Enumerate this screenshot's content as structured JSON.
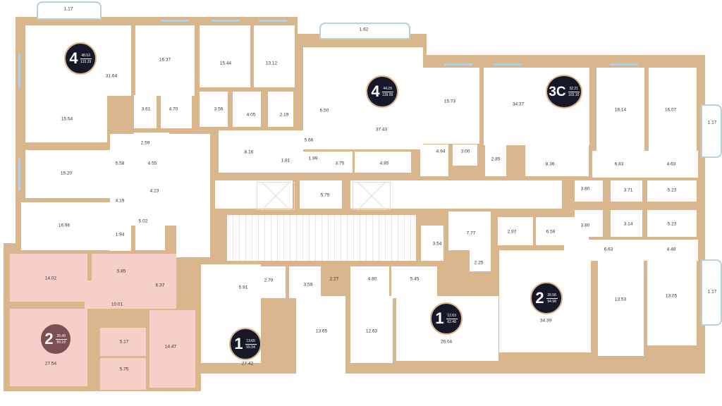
{
  "plan": {
    "colors": {
      "wall": "#d9b68b",
      "selected_fill": "#f7cfc9",
      "badge": "#16182a",
      "selected_badge": "#7d4f53",
      "window": "#b9cfd9"
    },
    "apartments": [
      {
        "id": "apt-4-a",
        "rooms": "4",
        "living": "48.53",
        "total": "133.29",
        "selected": false
      },
      {
        "id": "apt-4-b",
        "rooms": "4",
        "living": "44.29",
        "total": "139.99",
        "selected": false
      },
      {
        "id": "apt-3c",
        "rooms": "3С",
        "living": "32.21",
        "total": "103.10",
        "selected": false
      },
      {
        "id": "apt-2-a",
        "rooms": "2",
        "living": "28.49",
        "total": "89.18",
        "selected": true
      },
      {
        "id": "apt-1-a",
        "rooms": "1",
        "living": "13.65",
        "total": "55.54",
        "selected": false
      },
      {
        "id": "apt-1-b",
        "rooms": "1",
        "living": "12.63",
        "total": "62.48",
        "selected": false
      },
      {
        "id": "apt-2-b",
        "rooms": "2",
        "living": "26.58",
        "total": "94.98",
        "selected": false
      }
    ],
    "room_areas": [
      "1.17",
      "31.64",
      "16.37",
      "15.44",
      "13.12",
      "3.61",
      "4.70",
      "3.56",
      "4.05",
      "2.19",
      "15.54",
      "2.59",
      "5.58",
      "4.55",
      "4.23",
      "15.20",
      "4.19",
      "16.96",
      "1.94",
      "5.02",
      "1.62",
      "6.50",
      "37.43",
      "5.66",
      "8.16",
      "1.81",
      "1.99",
      "3.75",
      "4.85",
      "15.73",
      "34.37",
      "4.94",
      "3.00",
      "2.85",
      "8.36",
      "16.14",
      "16.07",
      "1.17",
      "6.83",
      "4.63",
      "3.80",
      "3.71",
      "5.23",
      "3.80",
      "3.14",
      "5.23",
      "6.63",
      "4.48",
      "5.75",
      "3.54",
      "7.77",
      "2.25",
      "2.97",
      "6.59",
      "14.02",
      "5.85",
      "6.37",
      "10.01",
      "5.17",
      "14.47",
      "5.75",
      "27.54",
      "5.91",
      "2.70",
      "3.59",
      "2.27",
      "4.80",
      "5.45",
      "27.42",
      "13.65",
      "12.63",
      "26.04",
      "34.39",
      "13.53",
      "13.05",
      "1.17"
    ]
  }
}
